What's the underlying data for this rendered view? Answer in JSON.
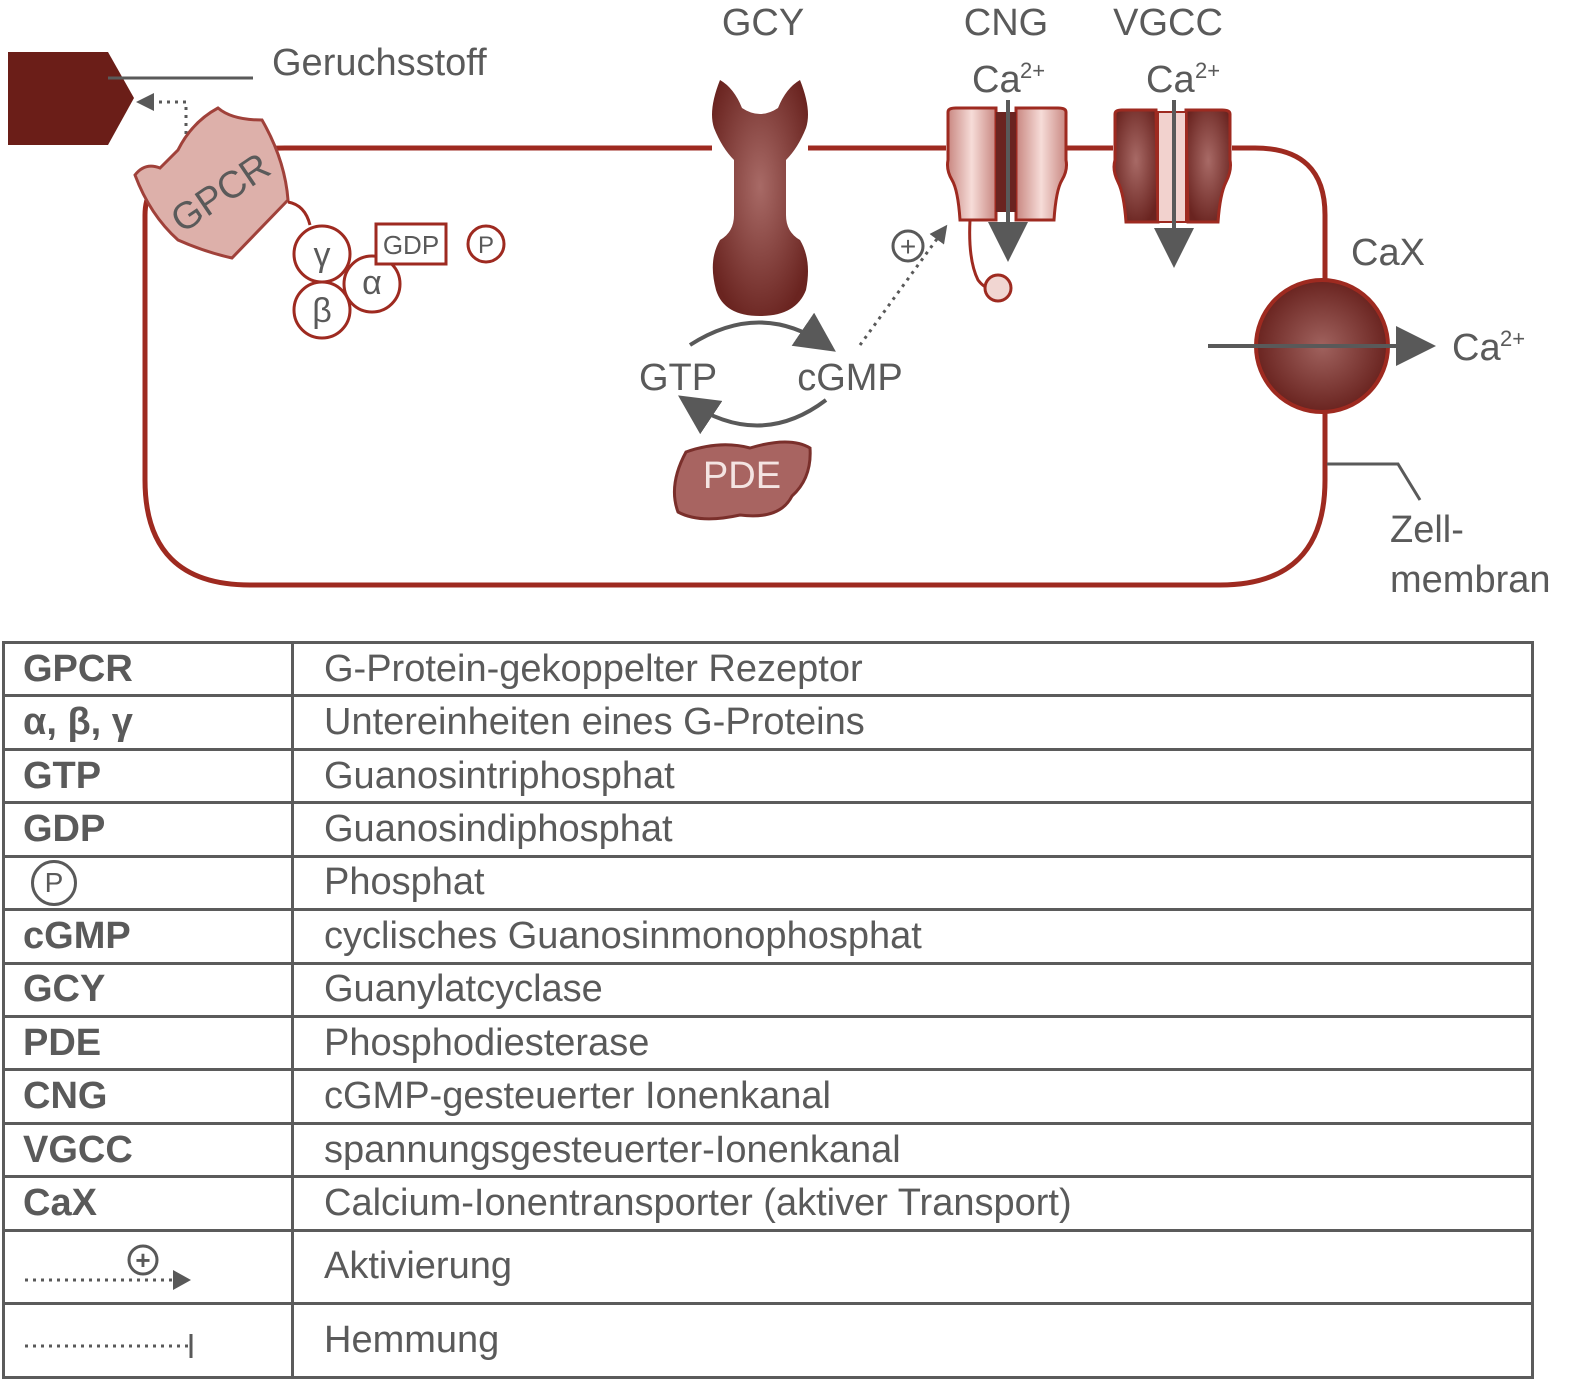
{
  "colors": {
    "membrane": "#9e2a20",
    "odorant": "#6b1e18",
    "gpcr_fill": "#ddb0aa",
    "protein_dark": "#7a2f2b",
    "channel_light": "#e6b8b2",
    "pde_fill": "#a86461",
    "text_gray": "#5a5a5a",
    "arrow_gray": "#595959"
  },
  "icons": [
    "odorant-pentagon-icon",
    "gpcr-receptor-icon",
    "gcy-protein-icon",
    "cng-channel-icon",
    "vgcc-channel-icon",
    "cax-transporter-icon",
    "pde-enzyme-icon",
    "phosphate-circle-icon",
    "activation-arrow-icon",
    "inhibition-line-icon"
  ],
  "diagram": {
    "odorant_label": "Geruchsstoff",
    "gpcr_label": "GPCR",
    "gamma": "γ",
    "alpha": "α",
    "beta": "β",
    "gdp": "GDP",
    "phosphate": "P",
    "gcy_label": "GCY",
    "cng_label": "CNG",
    "vgcc_label": "VGCC",
    "ca_base": "Ca",
    "ca_charge": "2+",
    "cax_label": "CaX",
    "gtp_label": "GTP",
    "cgmp_label": "cGMP",
    "pde_label": "PDE",
    "plus_sign": "+",
    "membrane_label_line1": "Zell-",
    "membrane_label_line2": "membran"
  },
  "legend": {
    "rows": [
      {
        "abbr": "GPCR",
        "desc": "G-Protein-gekoppelter Rezeptor"
      },
      {
        "abbr": "α, β, γ",
        "desc": "Untereinheiten eines G-Proteins"
      },
      {
        "abbr": "GTP",
        "desc": "Guanosintriphosphat"
      },
      {
        "abbr": "GDP",
        "desc": "Guanosindiphosphat"
      },
      {
        "abbr": "P",
        "desc": "Phosphat"
      },
      {
        "abbr": "cGMP",
        "desc": "cyclisches Guanosinmonophosphat"
      },
      {
        "abbr": "GCY",
        "desc": "Guanylatcyclase"
      },
      {
        "abbr": "PDE",
        "desc": "Phosphodiesterase"
      },
      {
        "abbr": "CNG",
        "desc": "cGMP-gesteuerter Ionenkanal"
      },
      {
        "abbr": "VGCC",
        "desc": "spannungsgesteuerter-Ionenkanal"
      },
      {
        "abbr": "CaX",
        "desc": "Calcium-Ionentransporter (aktiver Transport)"
      },
      {
        "abbr": "+",
        "desc": "Aktivierung"
      },
      {
        "abbr": "",
        "desc": "Hemmung"
      }
    ]
  }
}
